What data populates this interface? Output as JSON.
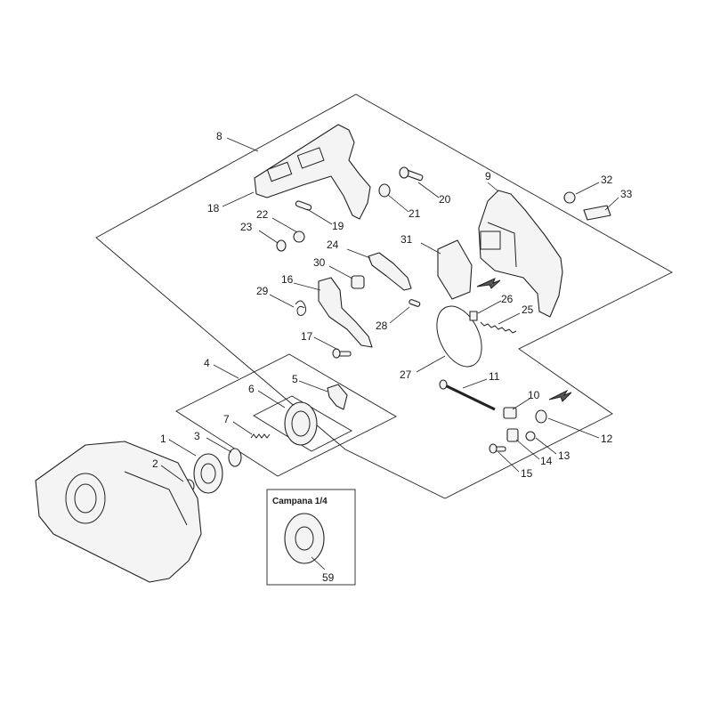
{
  "inset": {
    "title": "Campana 1/4"
  },
  "callouts": [
    {
      "id": "1",
      "text": "1"
    },
    {
      "id": "2",
      "text": "2"
    },
    {
      "id": "3",
      "text": "3"
    },
    {
      "id": "4",
      "text": "4"
    },
    {
      "id": "5",
      "text": "5"
    },
    {
      "id": "6",
      "text": "6"
    },
    {
      "id": "7",
      "text": "7"
    },
    {
      "id": "8",
      "text": "8"
    },
    {
      "id": "9",
      "text": "9"
    },
    {
      "id": "10",
      "text": "10"
    },
    {
      "id": "11",
      "text": "11"
    },
    {
      "id": "12",
      "text": "12"
    },
    {
      "id": "13",
      "text": "13"
    },
    {
      "id": "14",
      "text": "14"
    },
    {
      "id": "15",
      "text": "15"
    },
    {
      "id": "16",
      "text": "16"
    },
    {
      "id": "17",
      "text": "17"
    },
    {
      "id": "18",
      "text": "18"
    },
    {
      "id": "19",
      "text": "19"
    },
    {
      "id": "20",
      "text": "20"
    },
    {
      "id": "21",
      "text": "21"
    },
    {
      "id": "22",
      "text": "22"
    },
    {
      "id": "23",
      "text": "23"
    },
    {
      "id": "24",
      "text": "24"
    },
    {
      "id": "25",
      "text": "25"
    },
    {
      "id": "26",
      "text": "26"
    },
    {
      "id": "27",
      "text": "27"
    },
    {
      "id": "28",
      "text": "28"
    },
    {
      "id": "29",
      "text": "29"
    },
    {
      "id": "30",
      "text": "30"
    },
    {
      "id": "31",
      "text": "31"
    },
    {
      "id": "32",
      "text": "32"
    },
    {
      "id": "33",
      "text": "33"
    },
    {
      "id": "59",
      "text": "59"
    }
  ]
}
